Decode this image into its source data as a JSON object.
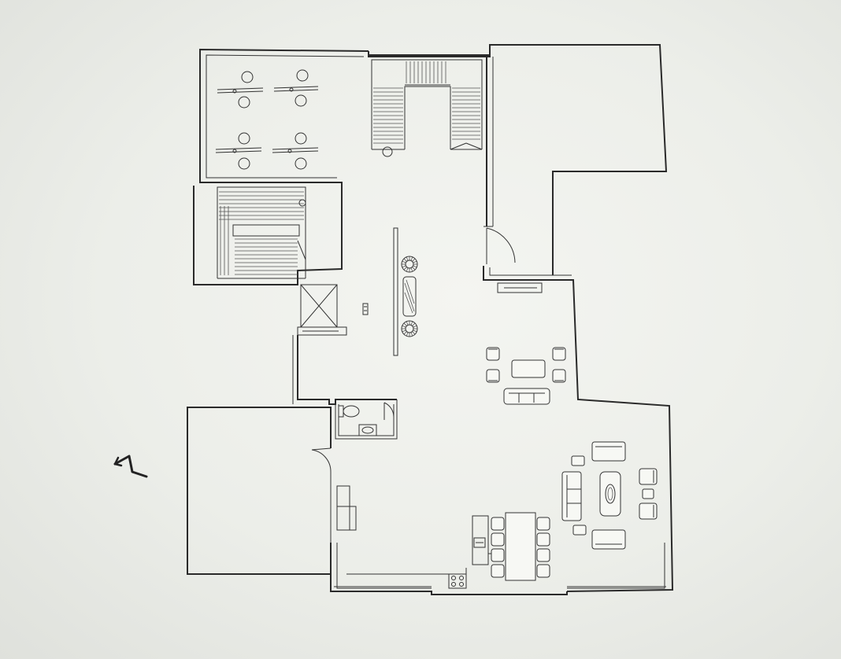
{
  "drawing": {
    "north_arrow_mark": "N",
    "rooms": [
      "office-area",
      "stair-north",
      "open-area-east",
      "stair-west",
      "lift",
      "lobby-hall",
      "toilet",
      "terrace-southwest",
      "kitchen",
      "dining-area",
      "living-area",
      "sitting-area"
    ],
    "icons": [
      "north-arrow-icon",
      "desk-cluster-icon",
      "chair-icon",
      "sofa-icon",
      "dining-table-icon",
      "coffee-table-icon",
      "toilet-icon",
      "sink-icon",
      "stove-icon",
      "planter-icon",
      "door-swing-icon"
    ],
    "colors": {
      "paper": "#f1f2ee",
      "ink": "#2a2a2a"
    }
  }
}
